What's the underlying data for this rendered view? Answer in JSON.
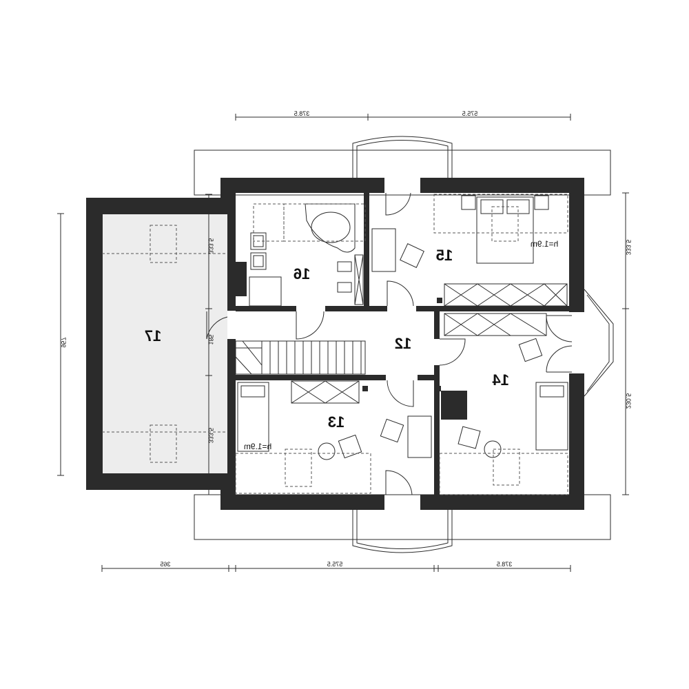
{
  "rooms": {
    "r12": "12",
    "r13": "13",
    "r14": "14",
    "r15": "15",
    "r16": "16",
    "r17": "17"
  },
  "height_notes": {
    "bedroom15": "h=1.9m",
    "bedroom13": "h=1.9m"
  },
  "dimensions": {
    "top_left": "378.5",
    "top_right": "575.5",
    "bottom_left": "365",
    "bottom_mid": "575.5",
    "bottom_right": "378.5",
    "left_total": "957",
    "mid_upper": "333.5",
    "mid_center": "185",
    "mid_lower": "333.5",
    "right_upper": "333.5",
    "right_lower": "230.5"
  }
}
